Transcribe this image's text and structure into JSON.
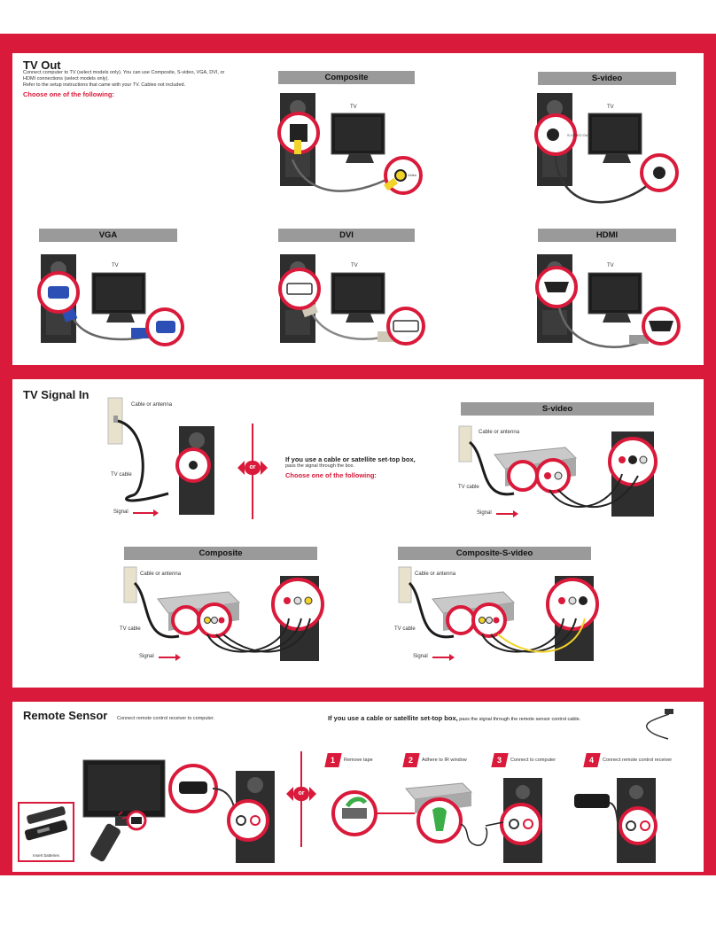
{
  "tv_out": {
    "title": "TV Out",
    "desc_line1": "Connect computer to TV (select models only). You can use Composite, S-video, VGA, DVI, or",
    "desc_line2": "HDMI connections (select models only).",
    "desc_line3": "Refer to the setup instructions that came with your TV. Cables not included.",
    "choose": "Choose one of the following:",
    "tv_label": "TV",
    "port_video": "Video",
    "port_svideo_out": "S-VIDEO OUT",
    "options": [
      "Composite",
      "S-video",
      "VGA",
      "DVI",
      "HDMI"
    ]
  },
  "tv_signal_in": {
    "title": "TV Signal In",
    "cable_or_antenna": "Cable or antenna",
    "tv_cable": "TV cable",
    "signal": "Signal",
    "or": "or",
    "settop_line1": "If you use a cable or satellite set-top box,",
    "settop_line2": "pass the signal through the box.",
    "choose": "Choose one of the following:",
    "options": [
      "S-video",
      "Composite",
      "Composite-S-video"
    ]
  },
  "remote_sensor": {
    "title": "Remote Sensor",
    "desc": "Connect remote control receiver to computer.",
    "settop_bold": "If you use a cable or satellite set-top box,",
    "settop_rest": " pass the signal through the remote sensor control cable.",
    "or": "or",
    "insert_batteries": "Insert batteries",
    "steps": [
      {
        "num": "1",
        "label": "Remove tape"
      },
      {
        "num": "2",
        "label": "Adhere to IR window"
      },
      {
        "num": "3",
        "label": "Connect to computer"
      },
      {
        "num": "4",
        "label": "Connect remote control receiver"
      }
    ]
  },
  "colors": {
    "accent": "#d91a3a",
    "bar": "#9a9a9a",
    "yellow": "#f2d32a",
    "blue": "#2b4fb5"
  }
}
